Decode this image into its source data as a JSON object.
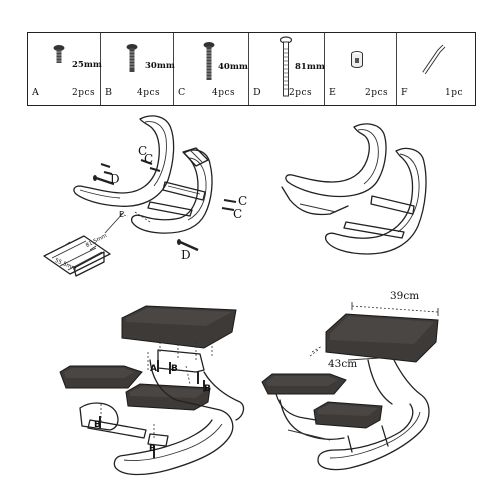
{
  "parts": [
    {
      "letter": "A",
      "size": "25mm",
      "qty": "2pcs",
      "icon": "short-bolt-icon"
    },
    {
      "letter": "B",
      "size": "30mm",
      "qty": "4pcs",
      "icon": "bolt-icon"
    },
    {
      "letter": "C",
      "size": "40mm",
      "qty": "4pcs",
      "icon": "long-bolt-icon"
    },
    {
      "letter": "D",
      "size": "81mm",
      "qty": "2pcs",
      "icon": "extra-long-bolt-icon"
    },
    {
      "letter": "E",
      "size": "",
      "qty": "2pcs",
      "icon": "barrel-nut-icon"
    },
    {
      "letter": "F",
      "size": "",
      "qty": "1pc",
      "icon": "hex-key-icon"
    }
  ],
  "step1": {
    "labels": {
      "d_top": "D",
      "c_top1": "C",
      "c_top2": "C",
      "c_right1": "C",
      "c_right2": "C",
      "e_label": "E",
      "d_bottom": "D"
    },
    "inset": {
      "dim1": "81.5mm",
      "dim2": "55.5mm"
    }
  },
  "step3": {
    "labels": {
      "a": "A",
      "b1": "B",
      "b2": "B",
      "b3": "B",
      "b4": "B"
    }
  },
  "dimensions": {
    "width": "39cm",
    "depth": "43cm"
  }
}
